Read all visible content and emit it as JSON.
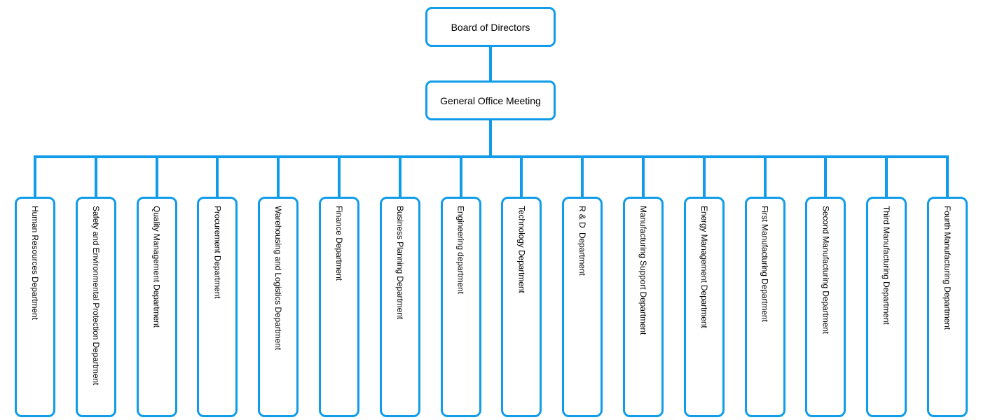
{
  "chart": {
    "root_label": "Board of Directors",
    "secondary_label": "General Office Meeting",
    "departments": [
      "Human Resources Department",
      "Safety and Environmental Protection Department",
      "Quality Management Department",
      "Procurement Department",
      "Warehousing and Logistics Department",
      "Finance Department",
      "Business Planning Department",
      "Engineering department",
      "Technology Department",
      "R & D  Department",
      "Manufacturing Support Department",
      "Energy Management Department",
      "First Manufacturing Department",
      "Second Manufacturing Department",
      "Third Manufacturing Department",
      "Fourth Manufacturing Department"
    ],
    "colors": {
      "connector_and_border": "#109CE8",
      "box_background": "#FFFFFF",
      "text": "#000000"
    }
  }
}
